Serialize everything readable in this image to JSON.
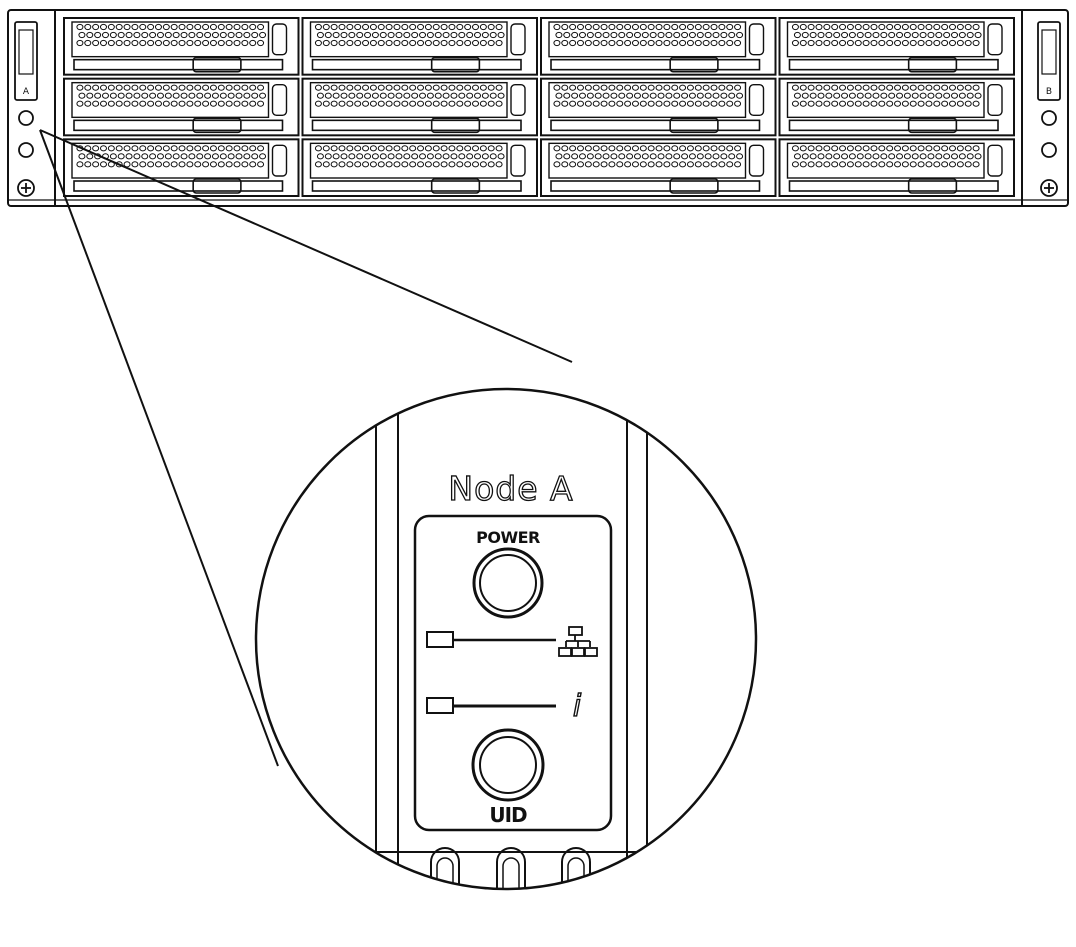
{
  "diagram": {
    "chassis": {
      "drive_bay_rows": 3,
      "drive_bay_columns": 4,
      "left_ear_label": "A",
      "right_ear_label": "B"
    },
    "zoom": {
      "node_label": "Node A",
      "power_label": "POWER",
      "uid_label": "UID",
      "info_glyph": "i",
      "network_icon": "network-icon",
      "info_icon": "info-icon"
    },
    "colors": {
      "line": "#111111",
      "background": "#ffffff"
    }
  }
}
